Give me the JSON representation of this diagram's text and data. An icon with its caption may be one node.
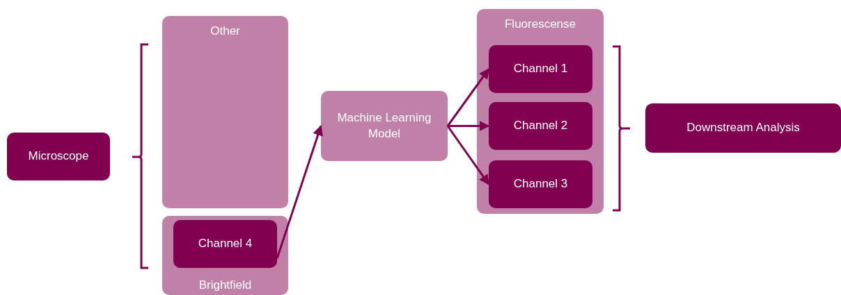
{
  "diagram": {
    "nodes": [
      {
        "text": [
          "Microscope"
        ]
      },
      {
        "text": [
          "Other"
        ]
      },
      {
        "text": [
          "Brightfield"
        ]
      },
      {
        "text": [
          "Channel 4"
        ],
        "in": 2
      },
      {
        "text": [
          "Machine Learning Model"
        ]
      },
      {
        "text": [
          "Fluorescense"
        ]
      },
      {
        "text": [
          "Channel 1"
        ],
        "in": 5
      },
      {
        "text": [
          "Channel 2"
        ],
        "in": 5
      },
      {
        "text": [
          "Channel 3"
        ],
        "in": 5
      },
      {
        "text": [
          "Downstream Analysis"
        ]
      }
    ],
    "edges": [
      {
        "from": 3,
        "to": 4,
        "arrow": "to"
      },
      {
        "from": 4,
        "to": 6,
        "arrow": "to"
      },
      {
        "from": 4,
        "to": 7,
        "arrow": "to"
      },
      {
        "from": 4,
        "to": 8,
        "arrow": "to"
      }
    ]
  }
}
